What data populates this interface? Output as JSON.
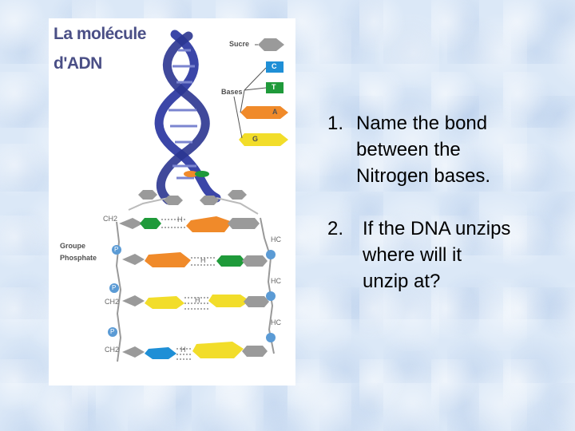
{
  "figure": {
    "title_line1": "La molécule",
    "title_line2": "d'ADN",
    "label_sugar": "Sucre",
    "label_bases": "Bases",
    "label_phosphate_line1": "Groupe",
    "label_phosphate_line2": "Phosphate",
    "base_c": "C",
    "base_t": "T",
    "base_a": "A",
    "base_g": "G",
    "chem_ch2": "CH2",
    "chem_hc": "HC",
    "chem_h": "H",
    "chem_p": "P"
  },
  "questions": [
    {
      "number": "1.",
      "text": "Name the bond\nbetween the\nNitrogen bases."
    },
    {
      "number": "2.",
      "text": "If the DNA unzips\nwhere will it\nunzip at?"
    }
  ],
  "colors": {
    "helix": "#3b46a8",
    "cytosine": "#1f8fd6",
    "thymine": "#1f9a3a",
    "adenine": "#f08a2a",
    "guanine": "#f2dd2a",
    "sugar": "#9a9a9a"
  }
}
